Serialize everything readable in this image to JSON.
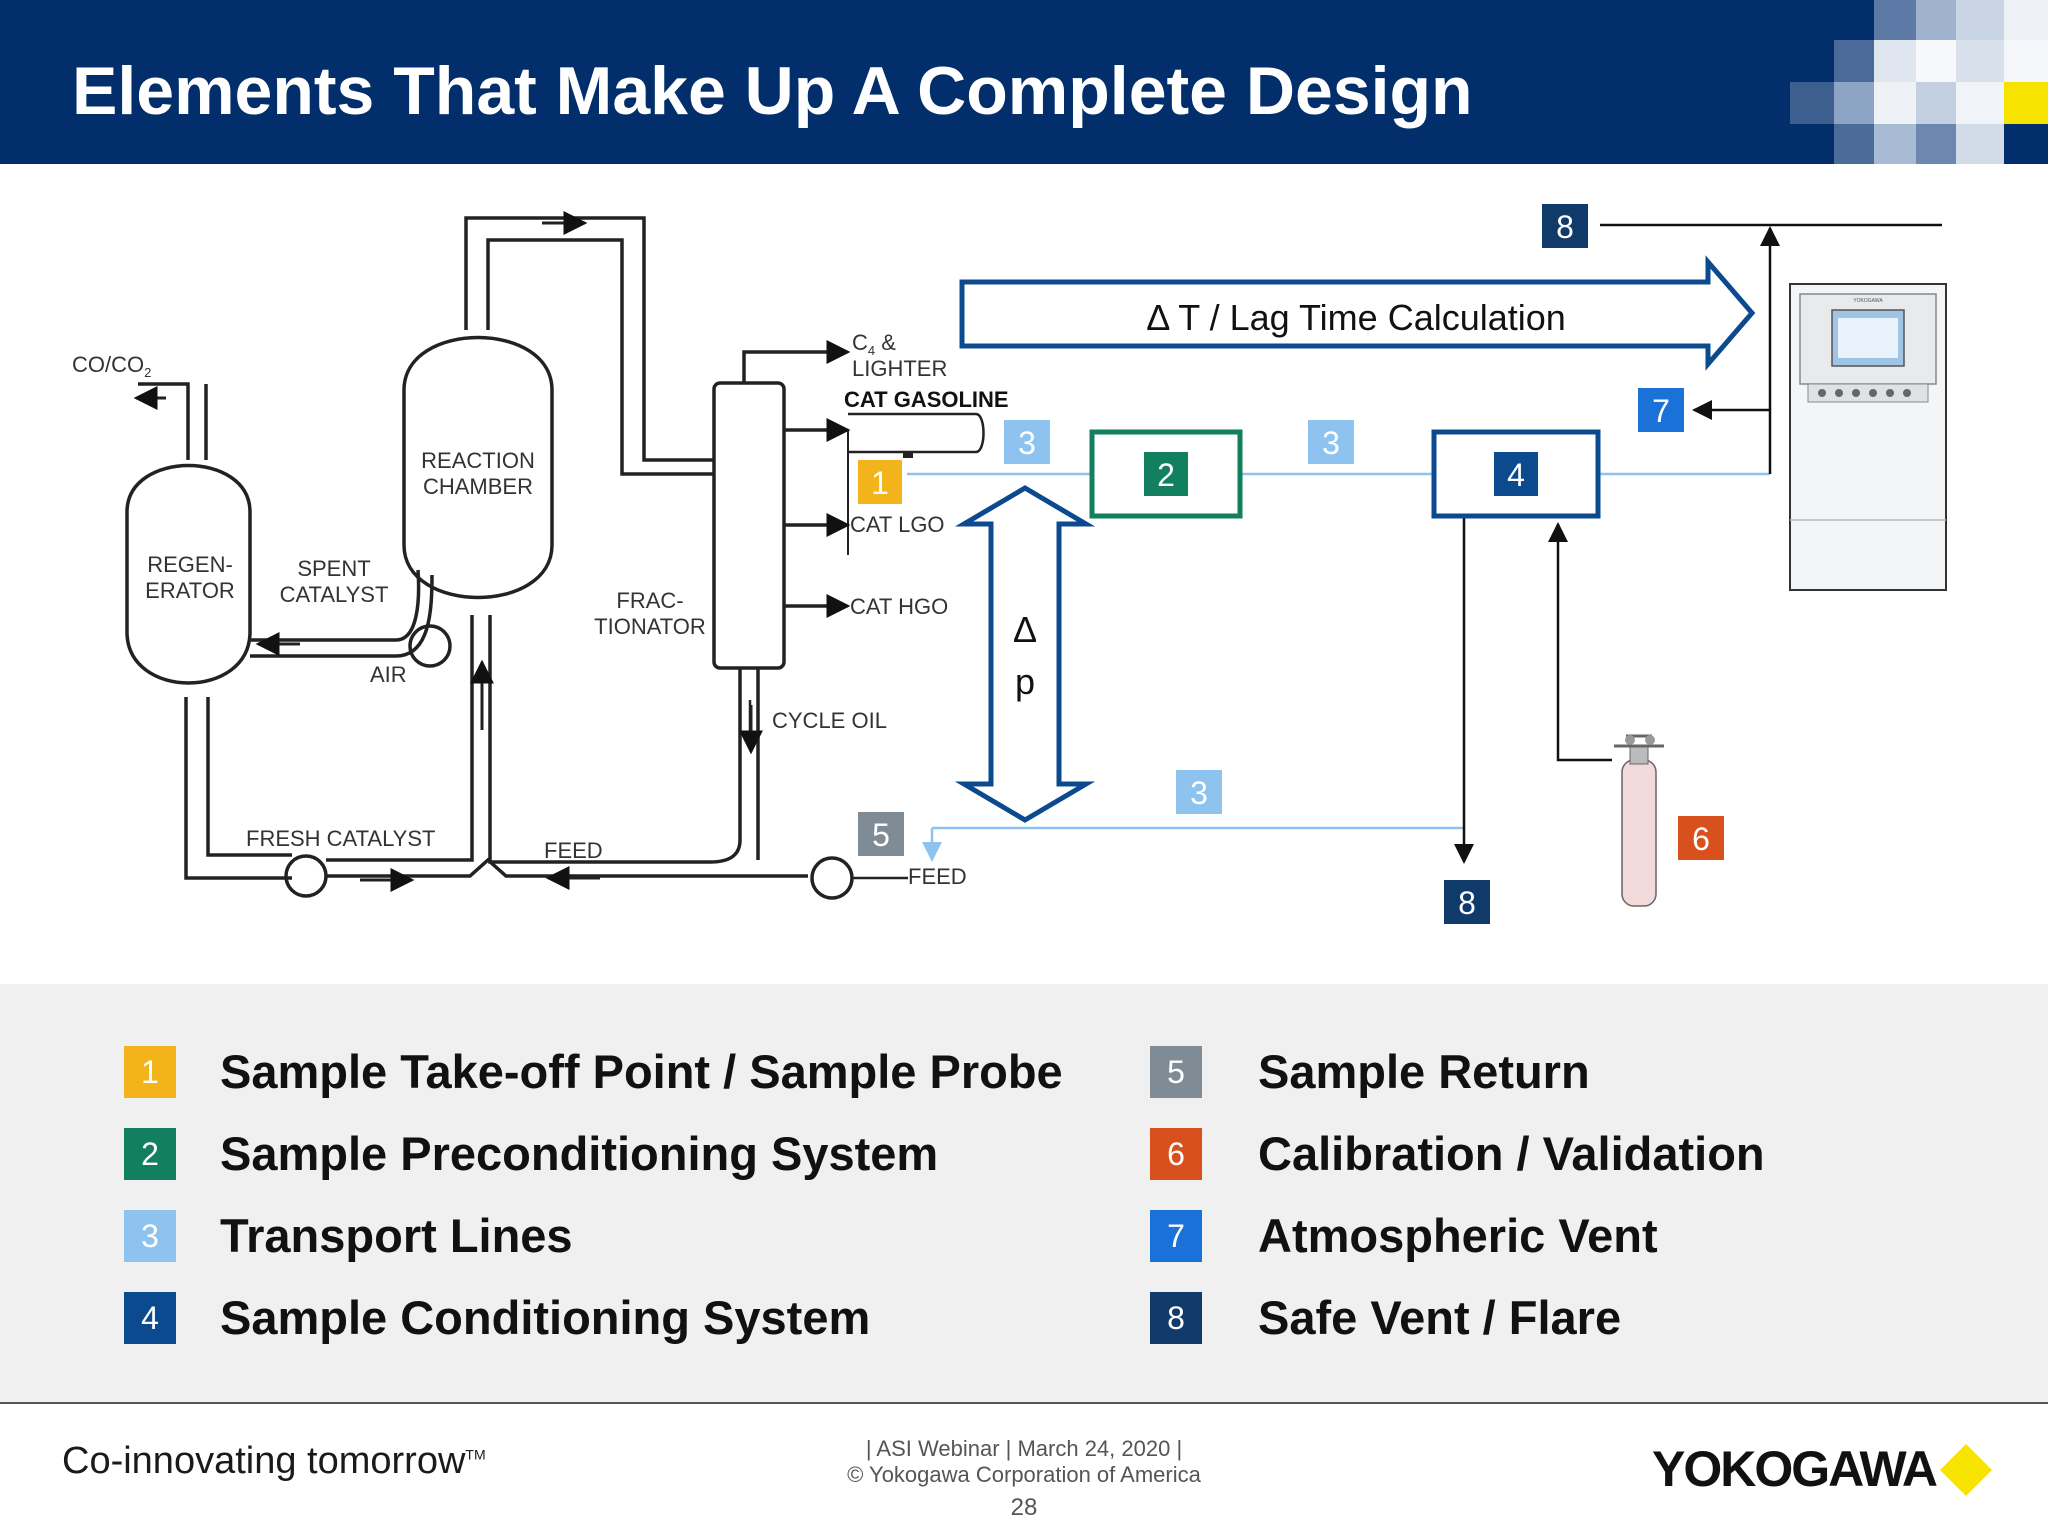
{
  "header": {
    "title": "Elements That Make Up A Complete Design"
  },
  "colors": {
    "header_bg": "#022f6b",
    "yellow": "#f2b31b",
    "green": "#127f5e",
    "light_blue": "#8ec3f0",
    "dark_blue": "#0b4a8e",
    "gray": "#7f8c96",
    "orange": "#d8501d",
    "bright_blue": "#1a72d9",
    "navy": "#103a6a"
  },
  "process": {
    "co_co2": "CO/CO",
    "co_co2_sub": "2",
    "regenerator": [
      "REGEN-",
      "ERATOR"
    ],
    "reaction_chamber": [
      "REACTION",
      "CHAMBER"
    ],
    "spent_catalyst": [
      "SPENT",
      "CATALYST"
    ],
    "air": "AIR",
    "fractionator": [
      "FRAC-",
      "TIONATOR"
    ],
    "fresh_catalyst": "FRESH CATALYST",
    "feed_inner": "FEED",
    "feed_outer": "FEED",
    "c4_lighter": [
      "C",
      "4",
      " &",
      "LIGHTER"
    ],
    "cat_gasoline": "CAT GASOLINE",
    "cat_lgo": "CAT LGO",
    "cat_hgo": "CAT HGO",
    "cycle_oil": "CYCLE OIL"
  },
  "annotations": {
    "lag_time": "Δ T / Lag Time Calculation",
    "delta_p": [
      "Δ",
      "p"
    ],
    "badge_1": "1",
    "badge_2": "2",
    "badge_3a": "3",
    "badge_3b": "3",
    "badge_3c": "3",
    "badge_4": "4",
    "badge_5": "5",
    "badge_6": "6",
    "badge_7": "7",
    "badge_8_top": "8",
    "badge_8_bottom": "8",
    "analyzer_brand": "YOKOGAWA"
  },
  "legend": {
    "items": [
      {
        "num": "1",
        "label": "Sample Take-off Point / Sample Probe",
        "color": "#f2b31b"
      },
      {
        "num": "2",
        "label": "Sample Preconditioning System",
        "color": "#127f5e"
      },
      {
        "num": "3",
        "label": "Transport Lines",
        "color": "#8ec3f0"
      },
      {
        "num": "4",
        "label": "Sample Conditioning System",
        "color": "#0b4a8e"
      },
      {
        "num": "5",
        "label": "Sample Return",
        "color": "#7f8c96"
      },
      {
        "num": "6",
        "label": "Calibration / Validation",
        "color": "#d8501d"
      },
      {
        "num": "7",
        "label": "Atmospheric Vent",
        "color": "#1a72d9"
      },
      {
        "num": "8",
        "label": "Safe Vent / Flare",
        "color": "#103a6a"
      }
    ]
  },
  "footer": {
    "tagline": "Co-innovating tomorrow",
    "tm": "TM",
    "event": "| ASI Webinar | March 24, 2020 |",
    "copyright": "© Yokogawa Corporation of America",
    "page_number": "28",
    "logo": "YOKOGAWA"
  }
}
